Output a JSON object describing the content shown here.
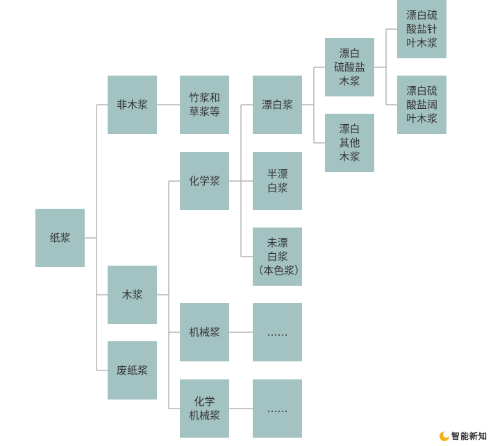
{
  "diagram": {
    "nodes": {
      "pulp": "纸浆",
      "non_wood": "非木浆",
      "wood": "木浆",
      "waste": "废纸浆",
      "bamboo": "竹浆和\n草浆等",
      "chemical": "化学浆",
      "mechanical": "机械浆",
      "chem_mech": "化学\n机械浆",
      "bleached": "漂白浆",
      "semi_bleached": "半漂\n白浆",
      "unbleached": "未漂\n白浆\n（本色浆）",
      "dots1": "……",
      "dots2": "……",
      "bleached_sulfate": "漂白\n硫酸盐\n木浆",
      "bleached_other": "漂白\n其他\n木浆",
      "softwood": "漂白硫\n酸盐针\n叶木浆",
      "hardwood": "漂白硫\n酸盐阔\n叶木浆"
    }
  },
  "branding": {
    "logo_text": "智能新知"
  },
  "colors": {
    "node_fill": "#a3c3c2",
    "line": "#b5b5b5",
    "text": "#333333"
  }
}
